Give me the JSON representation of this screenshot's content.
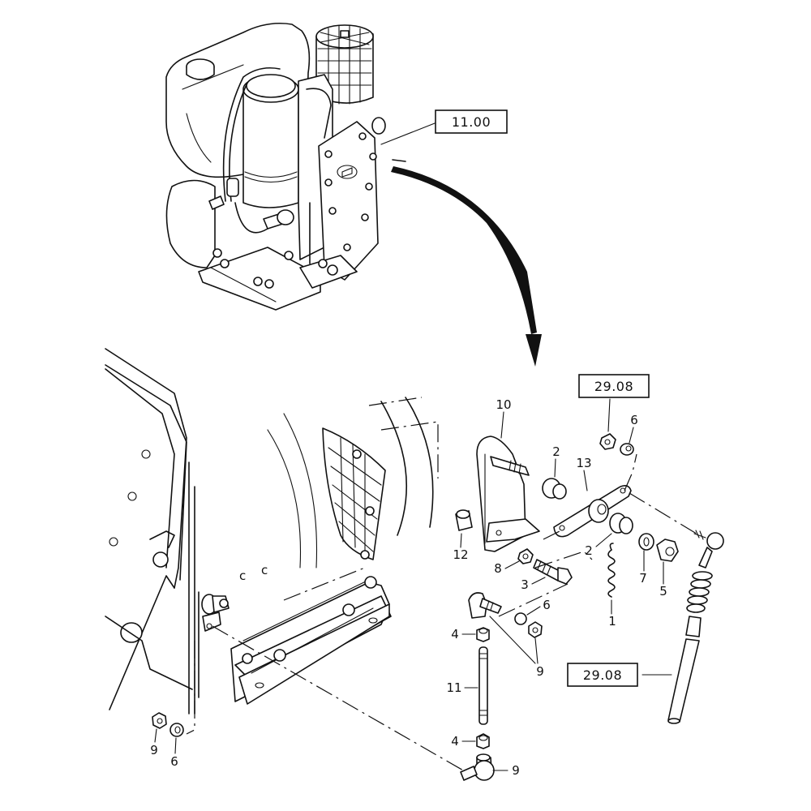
{
  "diagram": {
    "type": "exploded-parts-diagram",
    "subject": "Engine throttle control linkage mounting to transmission housing",
    "reference_boxes": [
      {
        "id": "ref-engine",
        "label": "11.00"
      },
      {
        "id": "ref-top",
        "label": "29.08"
      },
      {
        "id": "ref-cable",
        "label": "29.08"
      }
    ],
    "part_labels": [
      {
        "id": "p10",
        "label": "10"
      },
      {
        "id": "p2a",
        "label": "2"
      },
      {
        "id": "p13",
        "label": "13"
      },
      {
        "id": "p6a",
        "label": "6"
      },
      {
        "id": "p12",
        "label": "12"
      },
      {
        "id": "p8",
        "label": "8"
      },
      {
        "id": "p3",
        "label": "3"
      },
      {
        "id": "p2b",
        "label": "2"
      },
      {
        "id": "p7",
        "label": "7"
      },
      {
        "id": "p5",
        "label": "5"
      },
      {
        "id": "p1",
        "label": "1"
      },
      {
        "id": "p6b",
        "label": "6"
      },
      {
        "id": "p4a",
        "label": "4"
      },
      {
        "id": "p9a",
        "label": "9"
      },
      {
        "id": "p11",
        "label": "11"
      },
      {
        "id": "p4b",
        "label": "4"
      },
      {
        "id": "p9b",
        "label": "9"
      },
      {
        "id": "p9c",
        "label": "9"
      },
      {
        "id": "p6c",
        "label": "6"
      }
    ],
    "components": {
      "engine": "engine-assembly",
      "arrow": "curved-pointer-arrow",
      "housing": "transmission-housing",
      "cable": "throttle-cable"
    }
  }
}
